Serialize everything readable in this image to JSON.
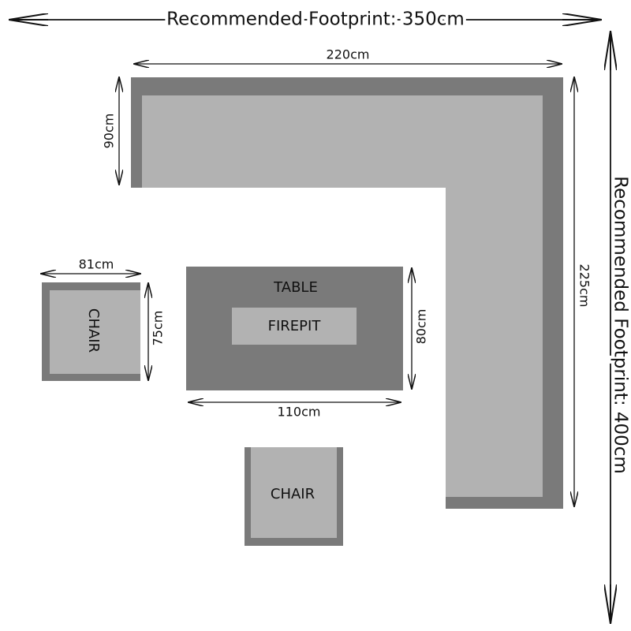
{
  "footprint": {
    "width_label": "Recommended Footprint: 350cm",
    "depth_label": "Recommended Footprint: 400cm"
  },
  "sofa": {
    "top_width_label": "220cm",
    "top_depth_label": "90cm",
    "side_length_label": "225cm"
  },
  "table": {
    "title": "TABLE",
    "firepit_label": "FIREPIT",
    "width_label": "110cm",
    "depth_label": "80cm"
  },
  "chair_left": {
    "label": "CHAIR",
    "width_label": "81cm",
    "depth_label": "75cm"
  },
  "chair_bottom": {
    "label": "CHAIR"
  },
  "colors": {
    "frame": "#7a7a7a",
    "cushion": "#b2b2b2",
    "line": "#111111",
    "background": "#ffffff"
  }
}
